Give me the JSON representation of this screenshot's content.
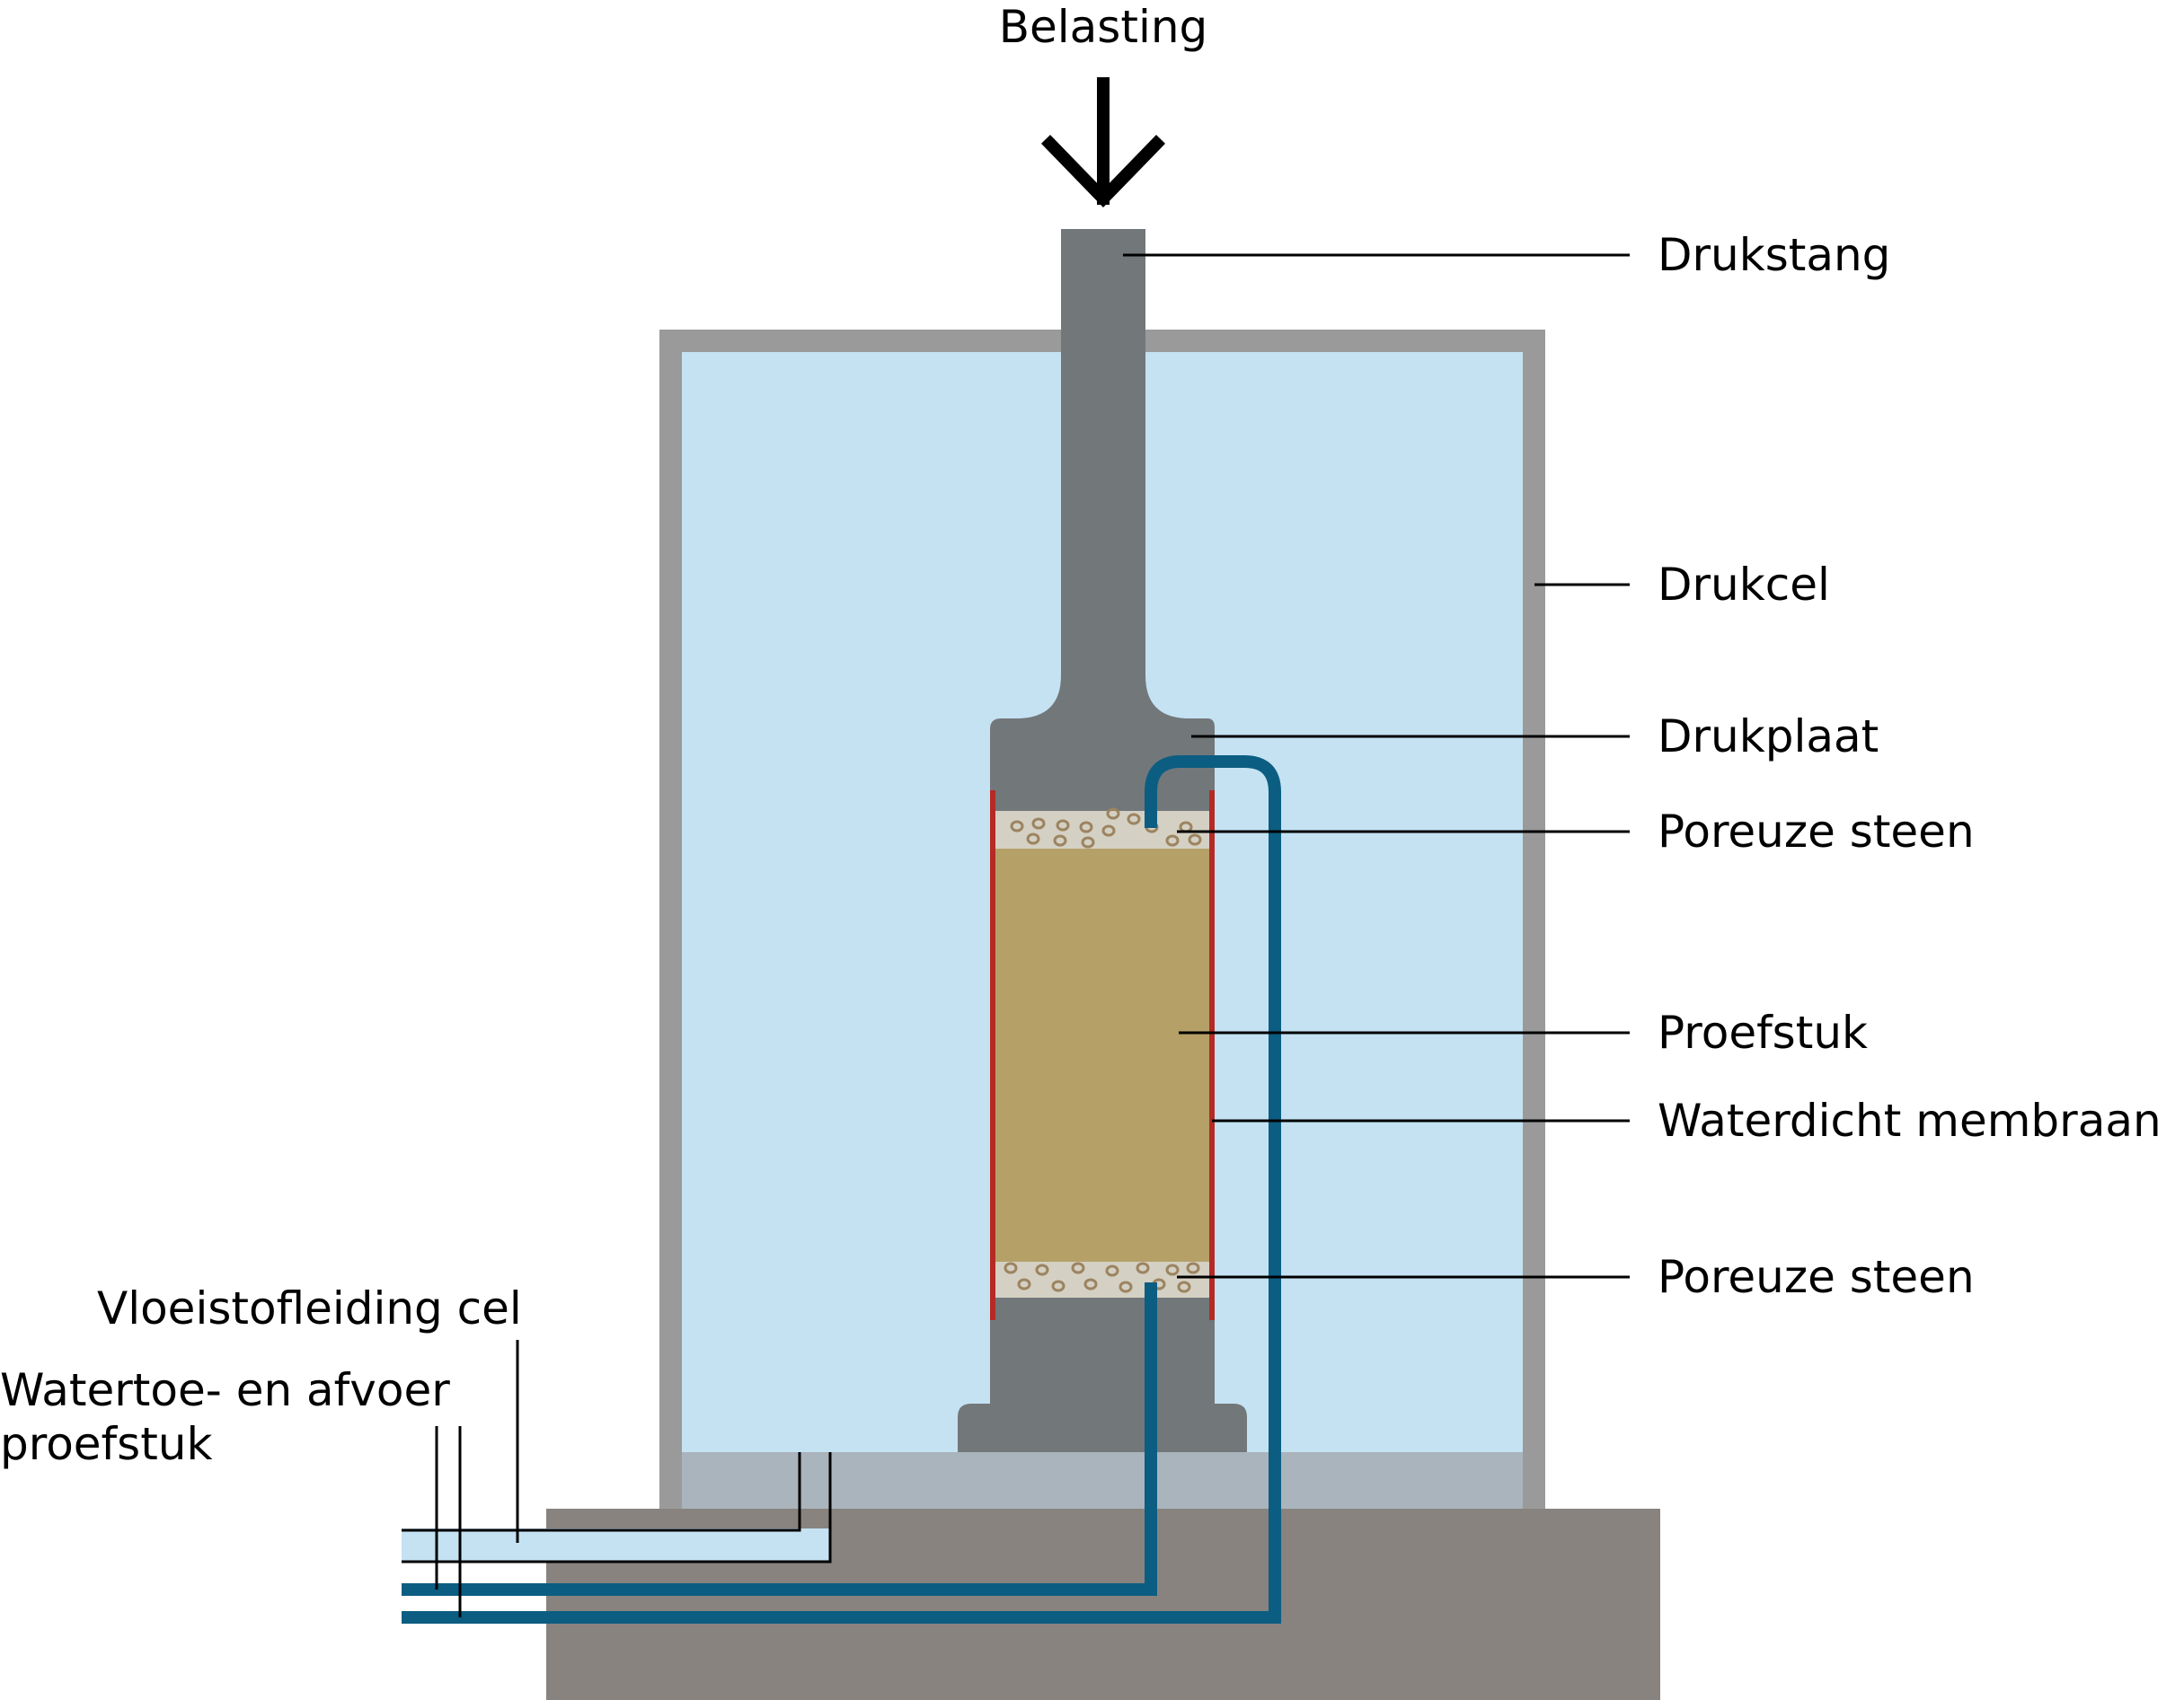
{
  "labels": {
    "load": "Belasting",
    "piston": "Drukstang",
    "cell": "Drukcel",
    "pressure_plate": "Drukplaat",
    "porous_stone_top": "Poreuze steen",
    "specimen": "Proefstuk",
    "membrane": "Waterdicht membraan",
    "porous_stone_bottom": "Poreuze steen",
    "cell_fluid_line": "Vloeistofleiding cel",
    "specimen_water_line_1": "Watertoe- en afvoer",
    "specimen_water_line_2": "proefstuk"
  },
  "colors": {
    "cell_wall": "#9a9a9a",
    "cell_water": "#c4e2f2",
    "base_plate": "#aab4bc",
    "foundation": "#88837f",
    "piston": "#72777a",
    "specimen": "#b5a068",
    "porous_stone": "#d4d0c4",
    "stone_grains": "#9c8460",
    "membrane": "#b52a25",
    "drain_pipe": "#0c5d82",
    "leader_line": "#000000"
  }
}
